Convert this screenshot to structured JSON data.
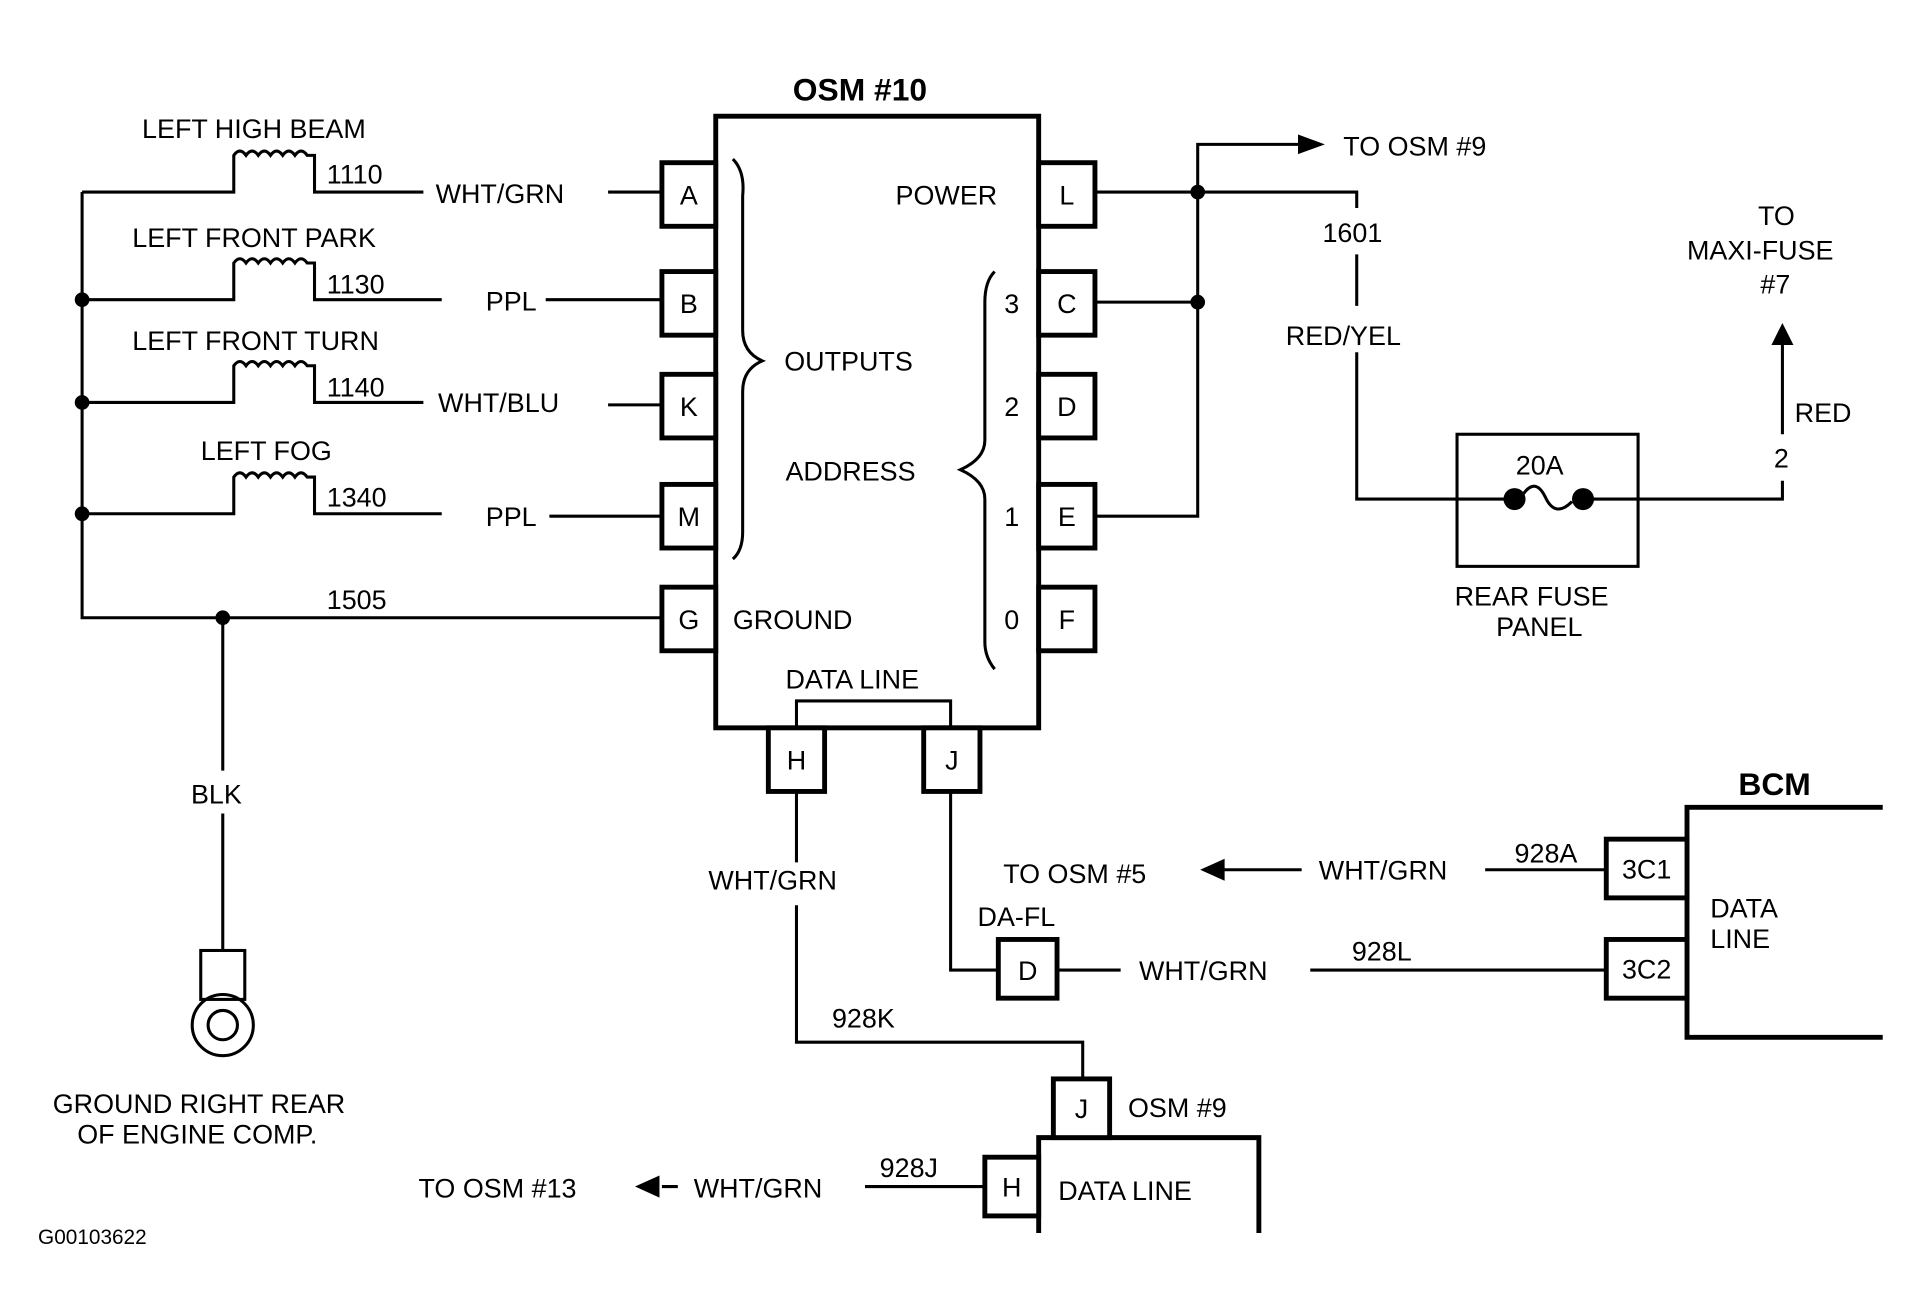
{
  "osm10": {
    "title": "OSM #10",
    "pins_left": [
      "A",
      "B",
      "K",
      "M",
      "G"
    ],
    "pins_right": [
      "L",
      "C",
      "D",
      "E",
      "F"
    ],
    "pins_bottom": [
      "H",
      "J"
    ],
    "labels": {
      "power": "POWER",
      "outputs": "OUTPUTS",
      "address": "ADDRESS",
      "ground": "GROUND",
      "data_line": "DATA LINE"
    },
    "address_bits": [
      "3",
      "2",
      "1",
      "0"
    ]
  },
  "loads": [
    {
      "name": "LEFT HIGH BEAM",
      "circuit": "1110",
      "wire": "WHT/GRN"
    },
    {
      "name": "LEFT FRONT PARK",
      "circuit": "1130",
      "wire": "PPL"
    },
    {
      "name": "LEFT FRONT TURN",
      "circuit": "1140",
      "wire": "WHT/BLU"
    },
    {
      "name": "LEFT FOG",
      "circuit": "1340",
      "wire": "PPL"
    }
  ],
  "ground": {
    "circuit": "1505",
    "wire": "BLK",
    "location_line1": "GROUND RIGHT REAR",
    "location_line2": "OF ENGINE COMP."
  },
  "power": {
    "to_osm9": "TO OSM #9",
    "circuit": "1601",
    "wire": "RED/YEL",
    "fuse_rating": "20A",
    "fuse_panel_line1": "REAR FUSE",
    "fuse_panel_line2": "PANEL",
    "maxi_line1": "TO",
    "maxi_line2": "MAXI-FUSE",
    "maxi_line3": "#7",
    "red_wire": "RED",
    "red_circuit": "2"
  },
  "data": {
    "h_wire": "WHT/GRN",
    "circuit_k": "928K",
    "to_osm5": "TO OSM #5",
    "wire_a": "WHT/GRN",
    "circuit_a": "928A",
    "dafl": "DA-FL",
    "dafl_pin": "D",
    "wire_l": "WHT/GRN",
    "circuit_l": "928L",
    "bcm_title": "BCM",
    "bcm_pin1": "3C1",
    "bcm_pin2": "3C2",
    "bcm_label1": "DATA",
    "bcm_label2": "LINE",
    "osm9_title": "OSM #9",
    "osm9_pin_j": "J",
    "osm9_pin_h": "H",
    "osm9_label": "DATA LINE",
    "to_osm13": "TO OSM #13",
    "wire_j": "WHT/GRN",
    "circuit_j": "928J"
  },
  "figure_id": "G00103622"
}
